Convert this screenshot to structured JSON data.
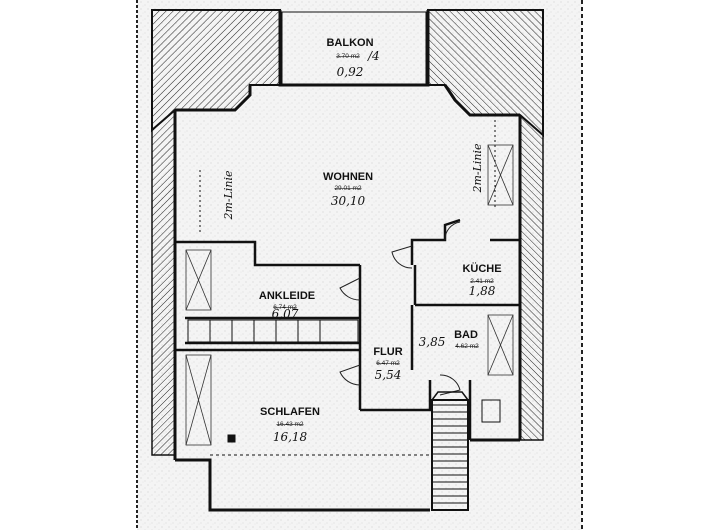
{
  "rooms": {
    "balkon": {
      "name": "BALKON",
      "area_printed": "3.70 m2",
      "area_handwritten": "/4",
      "area_note": "0,92"
    },
    "wohnen": {
      "name": "WOHNEN",
      "area_printed": "29.01 m2",
      "area_handwritten": "30,10"
    },
    "kueche": {
      "name": "KÜCHE",
      "area_printed": "2.41 m2",
      "area_handwritten": "1,88"
    },
    "ankleide": {
      "name": "ANKLEIDE",
      "area_printed": "6.74 m2",
      "area_handwritten": "6,07"
    },
    "bad": {
      "name": "BAD",
      "area_printed": "4.62 m2",
      "area_handwritten": "3,85"
    },
    "flur": {
      "name": "FLUR",
      "area_printed": "6.47 m2",
      "area_handwritten": "5,54"
    },
    "schlafen": {
      "name": "SCHLAFEN",
      "area_printed": "16.43 m2",
      "area_handwritten": "16,18"
    }
  },
  "annotations": {
    "height_line_left": "2m-Linie",
    "height_line_right": "2m-Linie"
  },
  "colors": {
    "background": "#ffffff",
    "wall": "#111111",
    "paper": "#efefef",
    "line": "#1a1a1a"
  }
}
